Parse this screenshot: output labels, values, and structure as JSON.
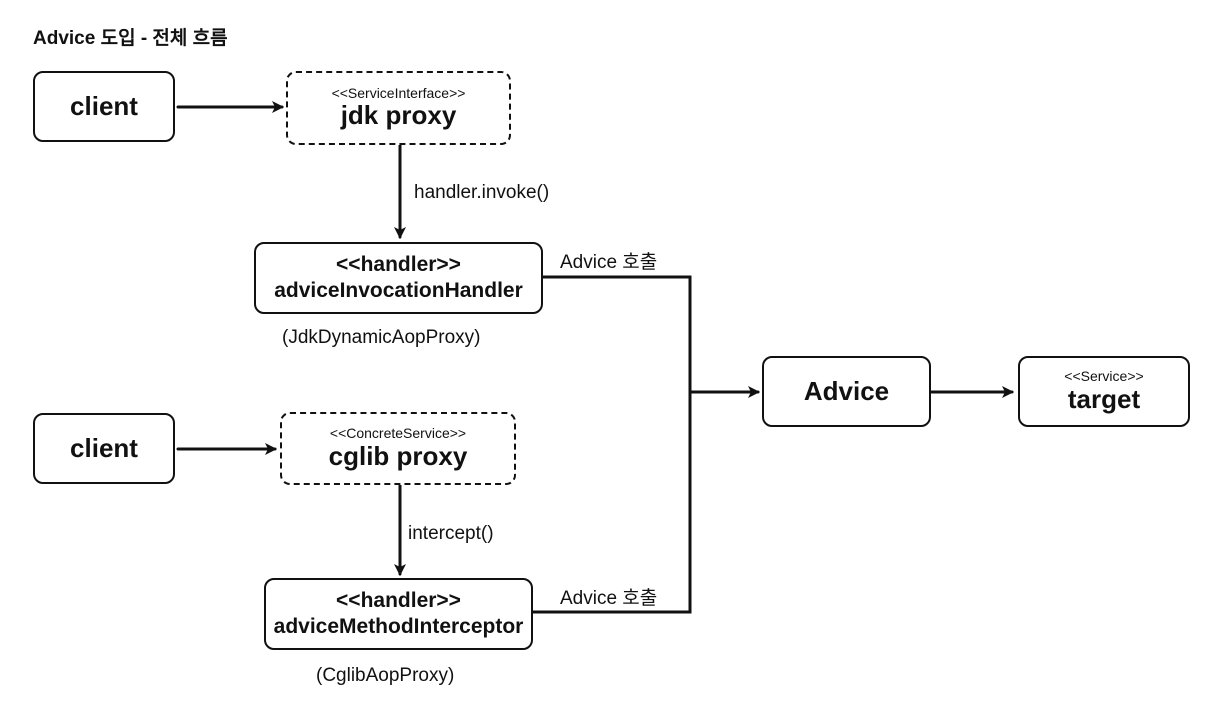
{
  "title": "Advice 도입 - 전체 흐름",
  "nodes": {
    "client_top": {
      "label": "client"
    },
    "jdk_proxy": {
      "stereotype": "<<ServiceInterface>>",
      "label": "jdk proxy"
    },
    "advice_invocation_handler": {
      "stereotype": "<<handler>>",
      "label": "adviceInvocationHandler",
      "caption": "(JdkDynamicAopProxy)"
    },
    "client_bottom": {
      "label": "client"
    },
    "cglib_proxy": {
      "stereotype": "<<ConcreteService>>",
      "label": "cglib proxy"
    },
    "advice_method_interceptor": {
      "stereotype": "<<handler>>",
      "label": "adviceMethodInterceptor",
      "caption": "(CglibAopProxy)"
    },
    "advice": {
      "label": "Advice"
    },
    "target": {
      "stereotype": "<<Service>>",
      "label": "target"
    }
  },
  "edges": {
    "handler_invoke": "handler.invoke()",
    "intercept": "intercept()",
    "advice_call_top": "Advice 호출",
    "advice_call_bottom": "Advice 호출"
  }
}
